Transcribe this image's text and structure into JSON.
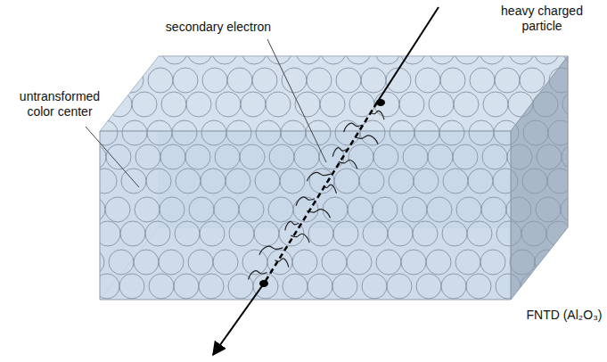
{
  "diagram": {
    "labels": [
      "heavy charged particle",
      "secondary electron",
      "untransformed color center",
      "FNTD (Al₂O₃)"
    ]
  }
}
